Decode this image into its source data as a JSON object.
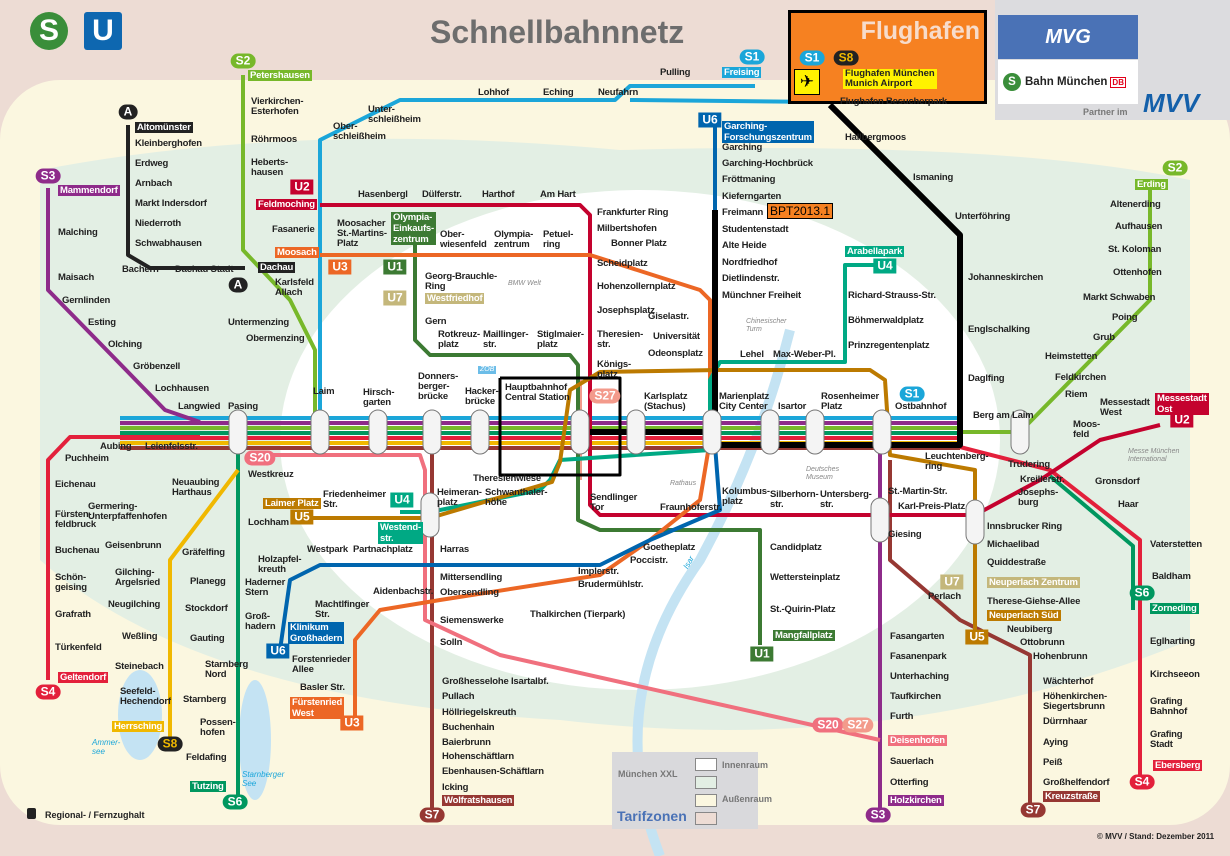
{
  "header": {
    "title": "Schnellbahnnetz",
    "logo_s": "S",
    "logo_u": "U"
  },
  "airport": {
    "title": "Flughafen",
    "name": "Flughafen München\nMunich Airport",
    "plane_icon": "airplane-icon"
  },
  "partners": {
    "mvg": "MVG",
    "sbahn": "Bahn München",
    "sbahn_s": "S",
    "db": "DB",
    "partner_text": "Partner im",
    "mvv": "MVV"
  },
  "annotation": {
    "marker": "BPT2013.1"
  },
  "legend": {
    "regional": "Regional- / Fernzughalt",
    "tarif_title": "Tarifzonen",
    "muenchen_xxl": "München XXL",
    "innenraum": "Innenraum",
    "aussenraum": "Außenraum",
    "copyright": "© MVV / Stand: Dezember 2011"
  },
  "landmarks": {
    "bmw": "BMW Welt",
    "turm": "Chinesischer\nTurm",
    "rathaus": "Rathaus",
    "museum": "Deutsches\nMuseum",
    "messe": "Messe München\nInternational",
    "zob": "ZOB"
  },
  "water": {
    "ammersee": "Ammer-\nsee",
    "starnberger": "Starnberger\nSee",
    "isar": "Isar"
  },
  "colors": {
    "S1": "#1ba6d9",
    "S2": "#77b82a",
    "S3": "#8e2b8a",
    "S4": "#e3203b",
    "S6": "#00975f",
    "S7": "#963833",
    "S8": "#f0b800",
    "S20": "#f0707e",
    "S27": "#f39a8b",
    "A": "#222222",
    "U1": "#3c7a33",
    "U2": "#c4022e",
    "U3": "#ec6725",
    "U4": "#00a984",
    "U5": "#bc7a00",
    "U6": "#0065ae",
    "U7": "#c4b77b",
    "overlay": "#000000"
  },
  "lines": {
    "S1": "S1",
    "S2": "S2",
    "S3": "S3",
    "S4": "S4",
    "S6": "S6",
    "S7": "S7",
    "S8": "S8",
    "S20": "S20",
    "S27": "S27",
    "A": "A",
    "U1": "U1",
    "U2": "U2",
    "U3": "U3",
    "U4": "U4",
    "U5": "U5",
    "U6": "U6",
    "U7": "U7"
  },
  "stations": {
    "petershausen": "Petershausen",
    "vierkirchen": "Vierkirchen-\nEsterhofen",
    "roehrmoos": "Röhrmoos",
    "hebertshausen": "Heberts-\nhausen",
    "dachau": "Dachau",
    "karlsfeld": "Karlsfeld\nAllach",
    "untermenzing": "Untermenzing",
    "obermenzing": "Obermenzing",
    "altomuenster": "Altomünster",
    "kleinberghofen": "Kleinberghofen",
    "erdweg": "Erdweg",
    "arnbach": "Arnbach",
    "markt_indersdorf": "Markt Indersdorf",
    "niederroth": "Niederroth",
    "schwabhausen": "Schwabhausen",
    "bachern": "Bachern",
    "dachau_stadt": "Dachau Stadt",
    "mammendorf": "Mammendorf",
    "malching": "Malching",
    "maisach": "Maisach",
    "gernlinden": "Gernlinden",
    "esting": "Esting",
    "olching": "Olching",
    "groebenzell": "Gröbenzell",
    "lochhausen": "Lochhausen",
    "langwied": "Langwied",
    "pasing": "Pasing",
    "aubing": "Aubing",
    "leienfelsstr": "Leienfelsstr.",
    "puchheim": "Puchheim",
    "eichenau": "Eichenau",
    "fuerstenfeldbruck": "Fürsten-\nfeldbruck",
    "buchenau": "Buchenau",
    "schoengeising": "Schön-\ngeising",
    "grafrath": "Grafrath",
    "tuerkenfeld": "Türkenfeld",
    "geltendorf": "Geltendorf",
    "neuaubing": "Neuaubing\nHarthaus",
    "germering": "Germering-\nUnterpfaffenhofen",
    "geisenbrunn": "Geisenbrunn",
    "gilching": "Gilching-\nArgelsried",
    "neugilching": "Neugilching",
    "wessling": "Weßling",
    "steinebach": "Steinebach",
    "seefeld": "Seefeld-\nHechendorf",
    "herrsching": "Herrsching",
    "westkreuz": "Westkreuz",
    "lochham": "Lochham",
    "graefelfing": "Gräfelfing",
    "planegg": "Planegg",
    "stockdorf": "Stockdorf",
    "gauting": "Gauting",
    "starnberg_nord": "Starnberg\nNord",
    "starnberg": "Starnberg",
    "possenhofen": "Possen-\nhofen",
    "feldafing": "Feldafing",
    "tutzing": "Tutzing",
    "fasanerie": "Fasanerie",
    "feldmoching": "Feldmoching",
    "moosach": "Moosach",
    "unterschleissheim": "Unter-\nschleißheim",
    "oberschleissheim": "Ober-\nschleißheim",
    "lohhof": "Lohhof",
    "eching": "Eching",
    "neufahrn": "Neufahrn",
    "pulling": "Pulling",
    "freising": "Freising",
    "flughafen_besucherpark": "Flughafen Besucherpark",
    "hasenbergl": "Hasenbergl",
    "duelferstr": "Dülferstr.",
    "harthof": "Harthof",
    "am_hart": "Am Hart",
    "frankfurter_ring": "Frankfurter Ring",
    "milbertshofen": "Milbertshofen",
    "bonner_platz": "Bonner Platz",
    "scheidplatz": "Scheidplatz",
    "hohenzollernplatz": "Hohenzollernplatz",
    "josephsplatz": "Josephsplatz",
    "theresienstr": "Theresien-\nstr.",
    "koenigsplatz": "Königs-\nplatz",
    "moosacher": "Moosacher\nSt.-Martins-\nPlatz",
    "olympia_einkauf": "Olympia-\nEinkaufs-\nzentrum",
    "oberwiesenfeld": "Ober-\nwiesenfeld",
    "olympiazentrum": "Olympia-\nzentrum",
    "petuelring": "Petuel-\nring",
    "georg_brauchle": "Georg-Brauchle-\nRing",
    "westfriedhof": "Westfriedhof",
    "gern": "Gern",
    "rotkreuzplatz": "Rotkreuz-\nplatz",
    "maillinger": "Maillinger-\nstr.",
    "stiglmaier": "Stiglmaier-\nplatz",
    "laim": "Laim",
    "hirschgarten": "Hirsch-\ngarten",
    "donnersberger": "Donners-\nberger-\nbrücke",
    "hackerbruecke": "Hacker-\nbrücke",
    "hbf": "Hauptbahnhof\nCentral Station",
    "karlsplatz": "Karlsplatz\n(Stachus)",
    "marienplatz": "Marienplatz\nCity Center",
    "isartor": "Isartor",
    "rosenheimer": "Rosenheimer\nPlatz",
    "ostbahnhof": "Ostbahnhof",
    "garching_forschung": "Garching-\nForschungszentrum",
    "garching": "Garching",
    "garching_hochbrueck": "Garching-Hochbrück",
    "froettmaning": "Fröttmaning",
    "kieferngarten": "Kieferngarten",
    "freimann": "Freimann",
    "studentenstadt": "Studentenstadt",
    "alte_heide": "Alte Heide",
    "nordfriedhof": "Nordfriedhof",
    "dietlindenstr": "Dietlindenstr.",
    "muenchner_freiheit": "Münchner Freiheit",
    "giselastr": "Giselastr.",
    "universitaet": "Universität",
    "odeonsplatz": "Odeonsplatz",
    "lehel": "Lehel",
    "max_weber": "Max-Weber-Pl.",
    "arabellapark": "Arabellapark",
    "richard_strauss": "Richard-Strauss-Str.",
    "boehmerwald": "Böhmerwaldplatz",
    "prinzregenten": "Prinzregentenplatz",
    "hallbergmoos": "Hallbergmoos",
    "ismaning": "Ismaning",
    "unterfoehring": "Unterföhring",
    "johanneskirchen": "Johanneskirchen",
    "englschalking": "Englschalking",
    "daglfing": "Daglfing",
    "berg_am_laim": "Berg am Laim",
    "leuchtenberg": "Leuchtenberg-\nring",
    "erding": "Erding",
    "altenerding": "Altenerding",
    "aufhausen": "Aufhausen",
    "st_koloman": "St. Koloman",
    "ottenhofen": "Ottenhofen",
    "markt_schwaben": "Markt Schwaben",
    "poing": "Poing",
    "grub": "Grub",
    "heimstetten": "Heimstetten",
    "feldkirchen": "Feldkirchen",
    "riem": "Riem",
    "messestadt_west": "Messestadt\nWest",
    "messestadt_ost": "Messestadt\nOst",
    "moosfeld": "Moos-\nfeld",
    "trudering": "Trudering",
    "kreillerstr": "Kreillerstr.",
    "josephsburg": "Josephs-\nburg",
    "gronsdorf": "Gronsdorf",
    "haar": "Haar",
    "vaterstetten": "Vaterstetten",
    "baldham": "Baldham",
    "zorneding": "Zorneding",
    "eglharting": "Eglharting",
    "kirchseeon": "Kirchseeon",
    "grafing_bahnhof": "Grafing\nBahnhof",
    "grafing_stadt": "Grafing\nStadt",
    "ebersberg": "Ebersberg",
    "innsbrucker_ring": "Innsbrucker Ring",
    "michaelibad": "Michaelibad",
    "quiddestr": "Quiddestraße",
    "neuperlach_zentrum": "Neuperlach Zentrum",
    "therese_giehse": "Therese-Giehse-Allee",
    "neuperlach_sued": "Neuperlach Süd",
    "neubiberg": "Neubiberg",
    "ottobrunn": "Ottobrunn",
    "hohenbrunn": "Hohenbrunn",
    "waechterhof": "Wächterhof",
    "hoehenkirchen": "Höhenkirchen-\nSiegertsbrunn",
    "duerrnhaar": "Dürrnhaar",
    "aying": "Aying",
    "peiss": "Peiß",
    "grosshelfendorf": "Großhelfendorf",
    "kreuzstrasse": "Kreuzstraße",
    "st_martin_str": "St.-Martin-Str.",
    "karl_preis": "Karl-Preis-Platz",
    "giesing": "Giesing",
    "perlach": "Perlach",
    "fasangarten": "Fasangarten",
    "fasanenpark": "Fasanenpark",
    "unterhaching": "Unterhaching",
    "taufkirchen": "Taufkirchen",
    "furth": "Furth",
    "deisenhofen": "Deisenhofen",
    "sauerlach": "Sauerlach",
    "otterfing": "Otterfing",
    "holzkirchen": "Holzkirchen",
    "theresienwiese": "Theresienwiese",
    "heimeranplatz": "Heimeran-\nplatz",
    "schwanthalerhoehe": "Schwanthaler-\nhöhe",
    "sendlinger_tor": "Sendlinger\nTor",
    "fraunhoferstr": "Fraunhoferstr.",
    "kolumbusplatz": "Kolumbus-\nplatz",
    "silberhorn": "Silberhorn-\nstr.",
    "untersberg": "Untersberg-\nstr.",
    "goetheplatz": "Goetheplatz",
    "poccistr": "Poccistr.",
    "implerstr": "Implerstr.",
    "brudermuehl": "Brudermühlstr.",
    "thalkirchen": "Thalkirchen (Tierpark)",
    "candidplatz": "Candidplatz",
    "wettersteinplatz": "Wettersteinplatz",
    "st_quirin": "St.-Quirin-Platz",
    "mangfallplatz": "Mangfallplatz",
    "laimer_platz": "Laimer Platz",
    "friedenheimer": "Friedenheimer\nStr.",
    "westendstr": "Westend-\nstr.",
    "harras": "Harras",
    "westpark": "Westpark",
    "partnachplatz": "Partnachplatz",
    "holzapfelkreuth": "Holzapfel-\nkreuth",
    "haderner_stern": "Haderner\nStern",
    "grosshadern": "Groß-\nhadern",
    "klinikum": "Klinikum\nGroßhadern",
    "mittersendling": "Mittersendling",
    "obersendling": "Obersendling",
    "aidenbachstr": "Aidenbachstr.",
    "machtlfinger": "Machtlfinger\nStr.",
    "siemenswerke": "Siemenswerke",
    "solln": "Solln",
    "forstenrieder": "Forstenrieder\nAllee",
    "basler": "Basler Str.",
    "fuerstenried": "Fürstenried\nWest",
    "grosshesselohe": "Großhesselohe Isartalbf.",
    "pullach": "Pullach",
    "hoellriegels": "Höllriegelskreuth",
    "buchenhain": "Buchenhain",
    "baierbrunn": "Baierbrunn",
    "hohenschaeftlarn": "Hohenschäftlarn",
    "ebenhausen": "Ebenhausen-Schäftlarn",
    "icking": "Icking",
    "wolfratshausen": "Wolfratshausen"
  }
}
